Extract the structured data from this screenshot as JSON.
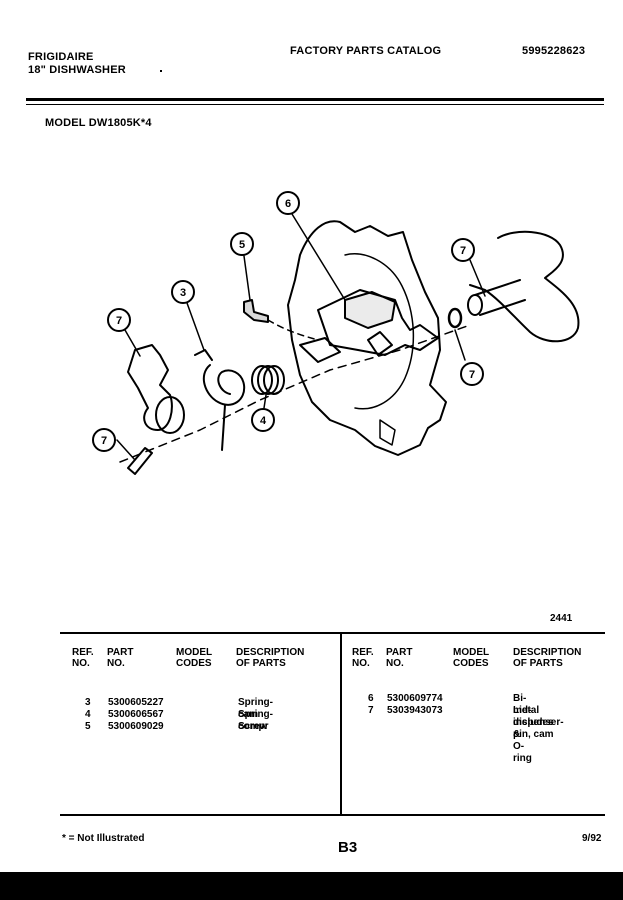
{
  "header": {
    "brand": "FRIGIDAIRE",
    "product": "18\" DISHWASHER",
    "catalog_title": "FACTORY PARTS CATALOG",
    "catalog_number": "5995228623",
    "model_label": "MODEL DW1805K*4"
  },
  "diagram": {
    "callouts": [
      "3",
      "4",
      "5",
      "6",
      "7",
      "7",
      "7",
      "7"
    ],
    "figure_number": "2441"
  },
  "table": {
    "left": {
      "headers": {
        "ref_line1": "REF.",
        "ref_line2": "NO.",
        "part_line1": "PART",
        "part_line2": "NO.",
        "model_line1": "MODEL",
        "model_line2": "CODES",
        "desc_line1": "DESCRIPTION",
        "desc_line2": "OF PARTS"
      },
      "rows": [
        {
          "ref": "3",
          "part": "5300605227",
          "model": "",
          "desc": "Spring-cam"
        },
        {
          "ref": "4",
          "part": "5300606567",
          "model": "",
          "desc": "Spring-compr"
        },
        {
          "ref": "5",
          "part": "5300609029",
          "model": "",
          "desc": "Screw"
        }
      ]
    },
    "right": {
      "headers": {
        "ref_line1": "REF.",
        "ref_line2": "NO.",
        "part_line1": "PART",
        "part_line2": "NO.",
        "model_line1": "MODEL",
        "model_line2": "CODES",
        "desc_line1": "DESCRIPTION",
        "desc_line2": "OF PARTS"
      },
      "rows": [
        {
          "ref": "6",
          "part": "5300609774",
          "model": "",
          "desc": "Bi-metal"
        },
        {
          "ref": "7",
          "part": "5303943073",
          "model": "",
          "desc": "Lid-dispenser-"
        },
        {
          "ref": "",
          "part": "",
          "model": "",
          "desc": "includes pin, cam"
        },
        {
          "ref": "",
          "part": "",
          "model": "",
          "desc": "& O-ring"
        }
      ]
    }
  },
  "footer": {
    "note": "* = Not Illustrated",
    "page": "B3",
    "date": "9/92"
  }
}
